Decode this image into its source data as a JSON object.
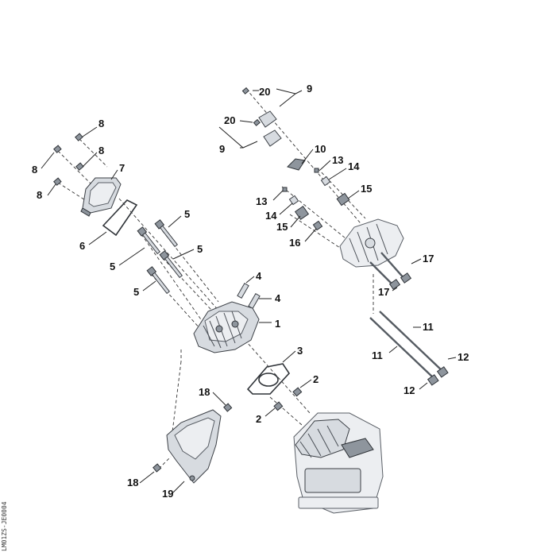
{
  "callouts": {
    "c1": "1",
    "c2a": "2",
    "c2b": "2",
    "c3": "3",
    "c4a": "4",
    "c4b": "4",
    "c5a": "5",
    "c5b": "5",
    "c5c": "5",
    "c5d": "5",
    "c6": "6",
    "c7": "7",
    "c8a": "8",
    "c8b": "8",
    "c8c": "8",
    "c8d": "8",
    "c9a": "9",
    "c9b": "9",
    "c10": "10",
    "c11a": "11",
    "c11b": "11",
    "c12a": "12",
    "c12b": "12",
    "c13a": "13",
    "c13b": "13",
    "c14a": "14",
    "c14b": "14",
    "c15a": "15",
    "c15b": "15",
    "c16": "16",
    "c17a": "17",
    "c17b": "17",
    "c18a": "18",
    "c18b": "18",
    "c19": "19",
    "c20a": "20",
    "c20b": "20"
  },
  "drawing_code": "LM01ZS-JE0004"
}
